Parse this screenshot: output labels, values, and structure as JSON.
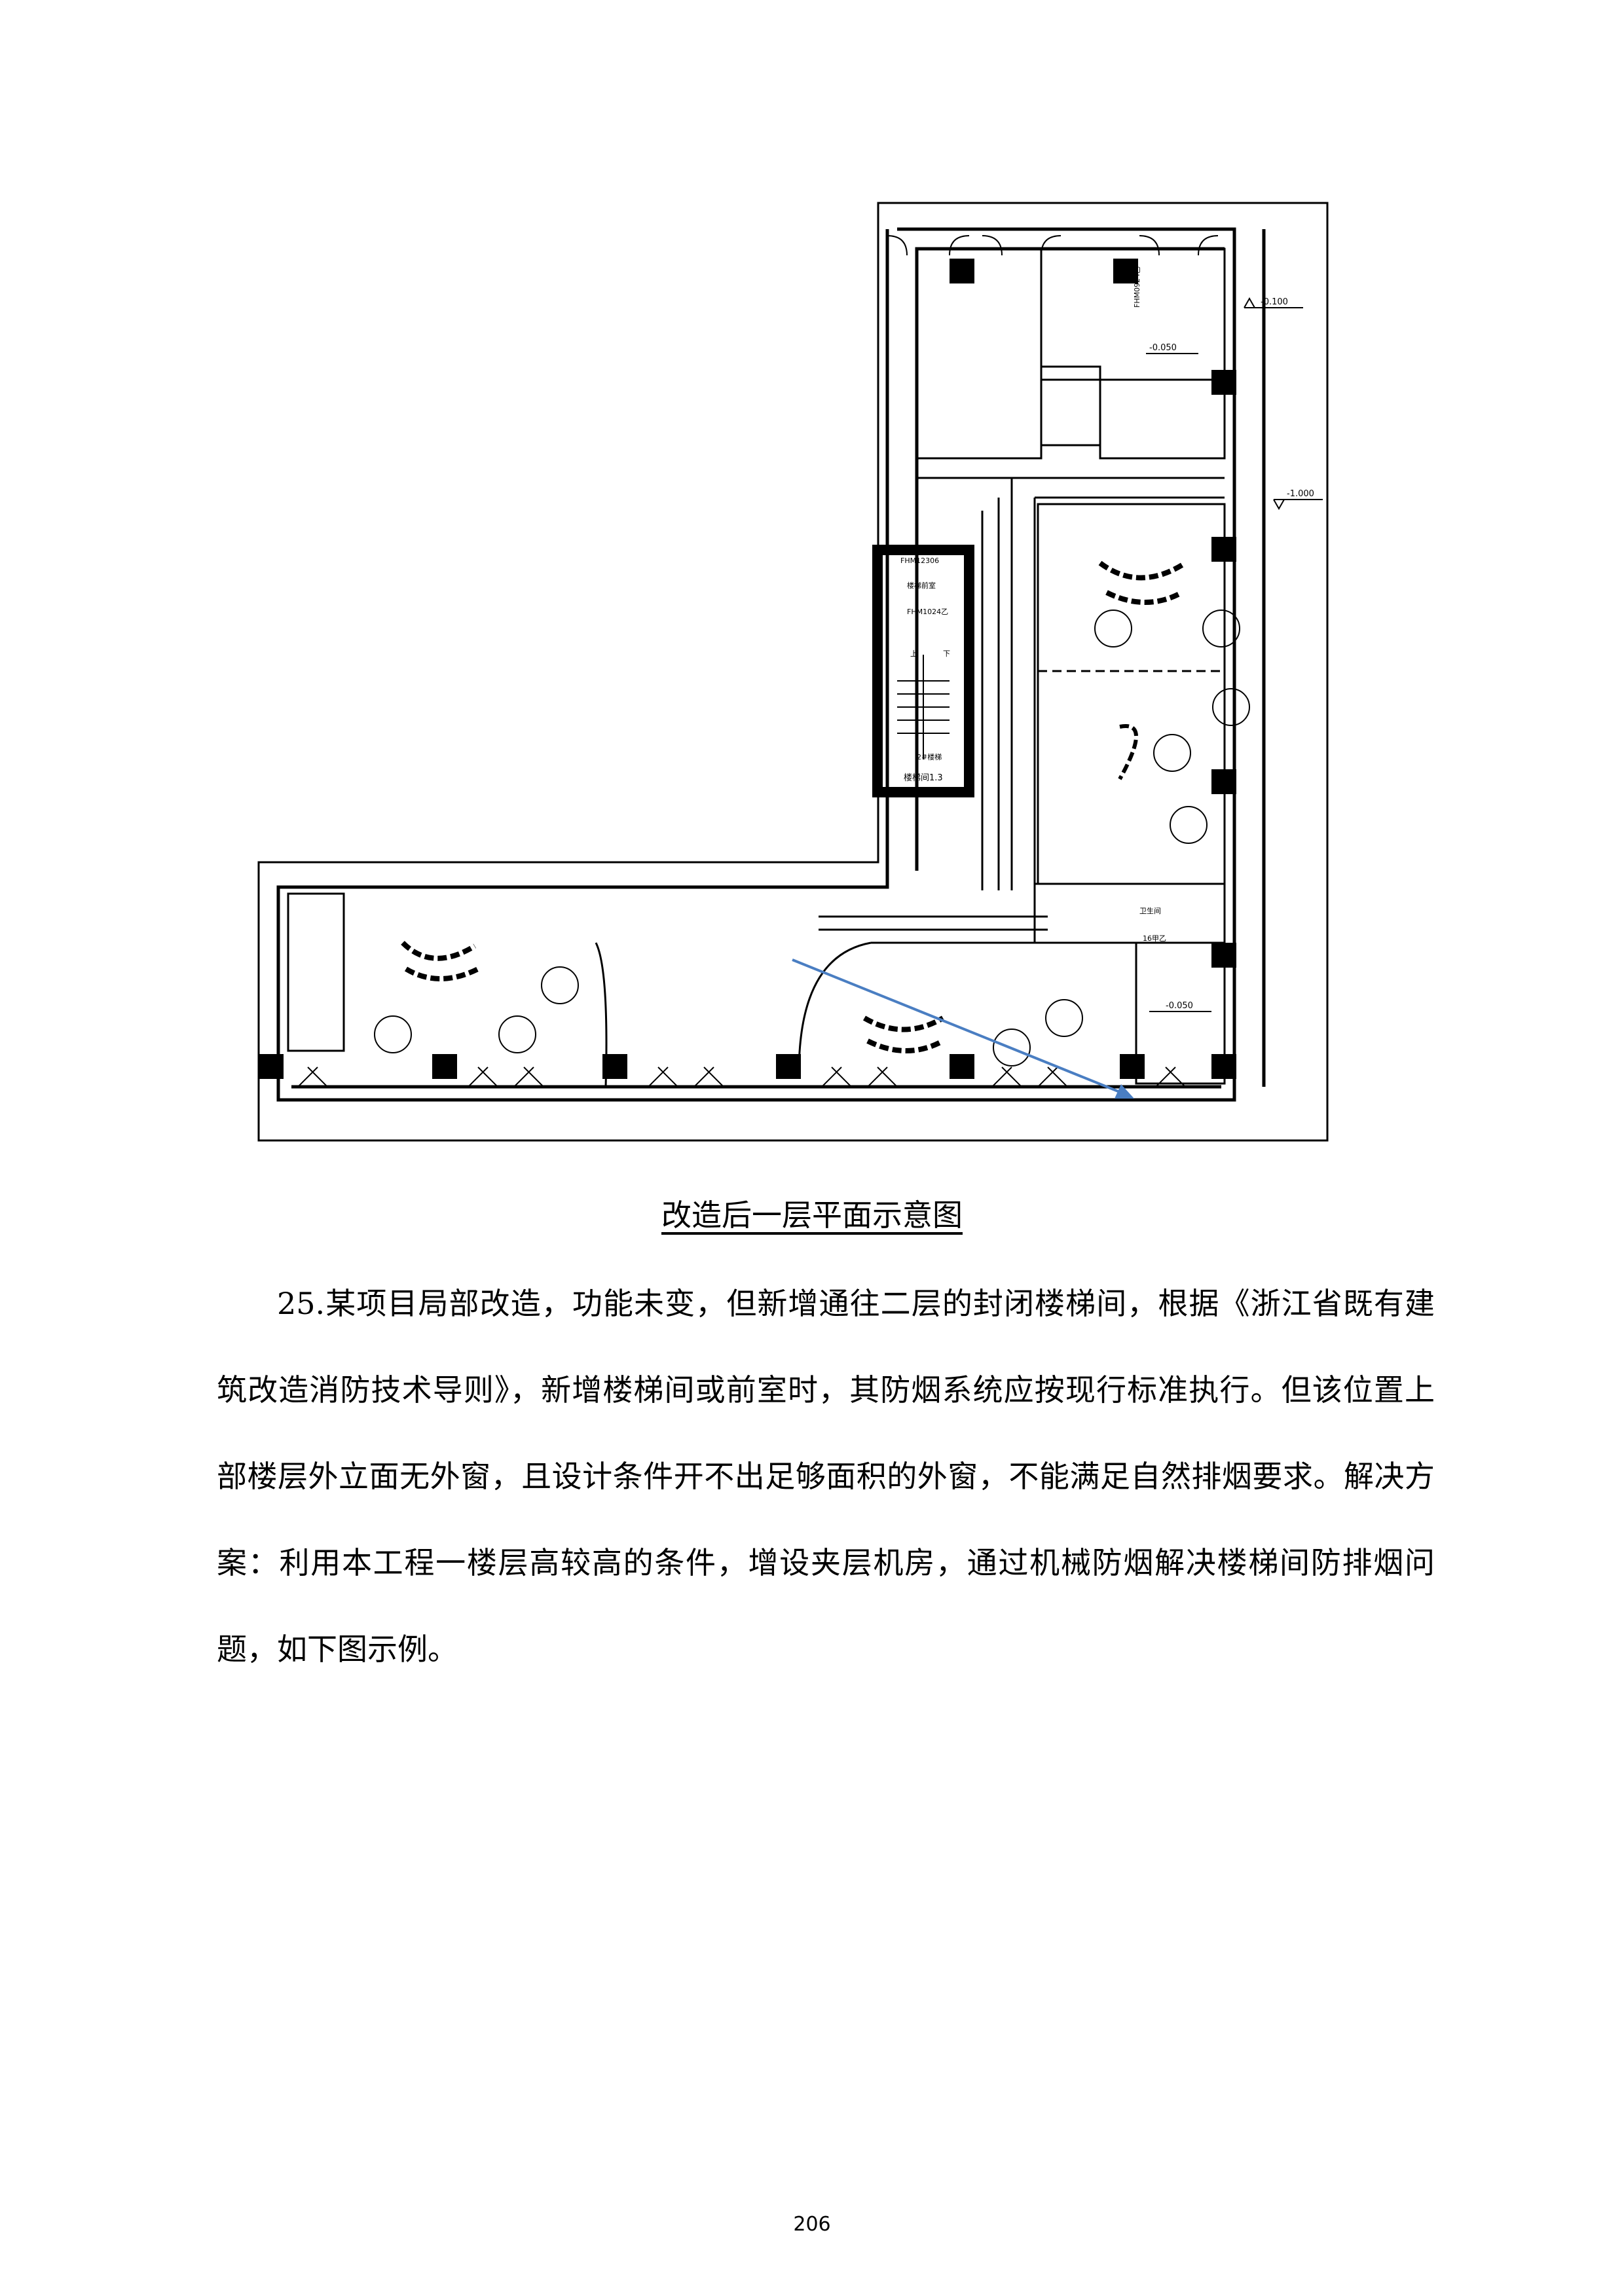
{
  "plan": {
    "elevations": [
      "-0.100",
      "-0.050",
      "-1.000",
      "-0.050"
    ],
    "door_tags": [
      "FHM0924乙",
      "FHM1230⁠6",
      "FHM1024乙"
    ],
    "stair_labels": [
      "楼梯前室",
      "上",
      "下",
      "2#楼梯",
      "楼梯间1.3"
    ],
    "equipment_label": "卫生间",
    "equipment_sub": "16甲乙"
  },
  "caption": "改造后一层平面示意图",
  "paragraph": "25.某项目局部改造，功能未变，但新增通往二层的封闭楼梯间，根据《浙江省既有建筑改造消防技术导则》，新增楼梯间或前室时，其防烟系统应按现行标准执行。但该位置上部楼层外立面无外窗，且设计条件开不出足够面积的外窗，不能满足自然排烟要求。解决方案：利用本工程一楼层高较高的条件，增设夹层机房，通过机械防烟解决楼梯间防排烟问题，如下图示例。",
  "page_number": "206",
  "colors": {
    "arrow": "#4a7ec2",
    "line": "#000000",
    "column": "#000000"
  }
}
